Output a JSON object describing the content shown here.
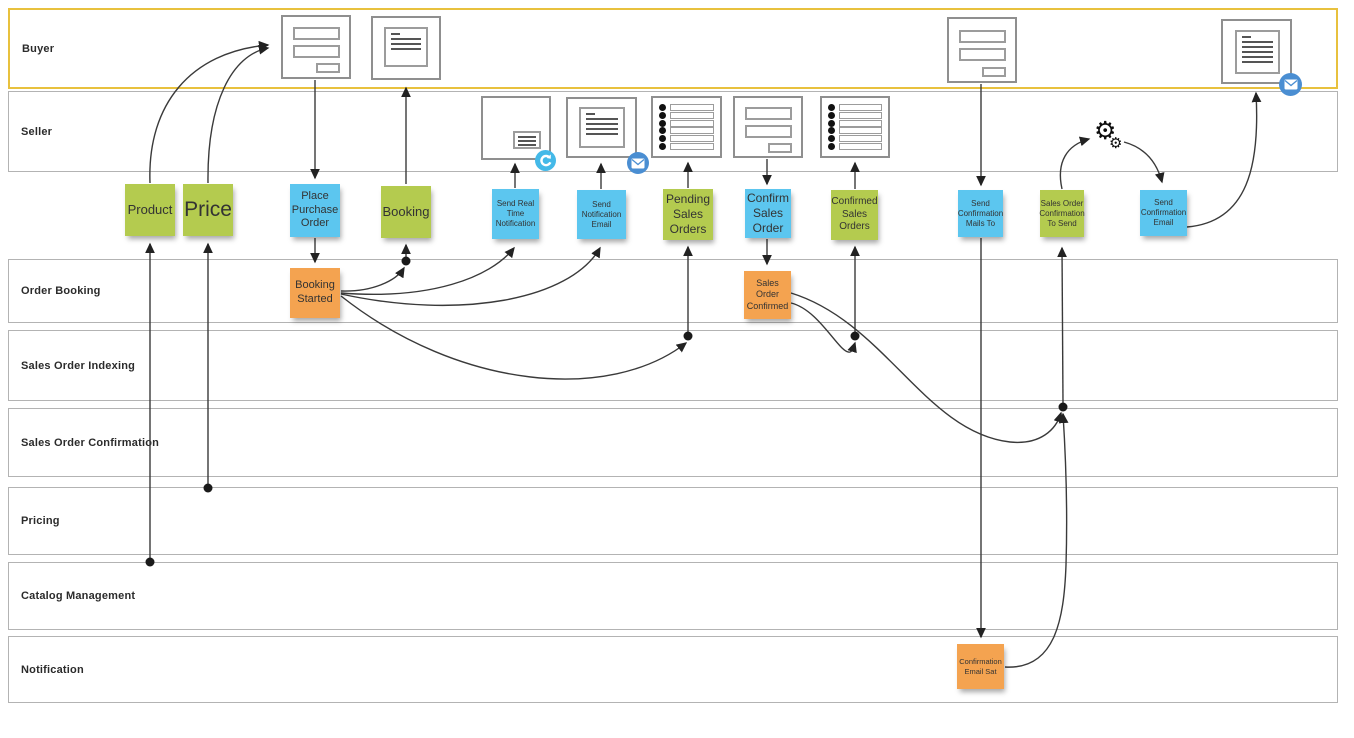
{
  "title": "Order booking event storming diagram",
  "palette": {
    "green": "#b4cb4f",
    "blue": "#5cc6ef",
    "orange": "#f4a350",
    "lane_border": "#b3b3b3",
    "buyer_border": "#e8c13e",
    "arrow": "#333333",
    "email_badge": "#4a8ed2",
    "refresh_badge": "#44b9e8",
    "gears_icon": "#0d0d0d"
  },
  "lanes": [
    {
      "label": "Buyer"
    },
    {
      "label": "Seller"
    },
    {
      "label": "Order Booking"
    },
    {
      "label": "Sales Order Indexing"
    },
    {
      "label": "Sales Order Confirmation"
    },
    {
      "label": "Pricing"
    },
    {
      "label": "Catalog Management"
    },
    {
      "label": "Notification"
    }
  ],
  "notes": [
    {
      "text": "Product",
      "color": "green"
    },
    {
      "text": "Price",
      "color": "green"
    },
    {
      "text": "Place\nPurchase\nOrder",
      "color": "blue"
    },
    {
      "text": "Booking",
      "color": "green"
    },
    {
      "text": "Send Real\nTime\nNotification",
      "color": "blue"
    },
    {
      "text": "Send\nNotification\nEmail",
      "color": "blue"
    },
    {
      "text": "Pending\nSales\nOrders",
      "color": "green"
    },
    {
      "text": "Confirm\nSales\nOrder",
      "color": "blue"
    },
    {
      "text": "Confirmed\nSales\nOrders",
      "color": "green"
    },
    {
      "text": "Send\nConfirmation\nMails To",
      "color": "blue"
    },
    {
      "text": "Sales Order\nConfirmation\nTo Send",
      "color": "green"
    },
    {
      "text": "Send\nConfirmation\nEmail",
      "color": "blue"
    },
    {
      "text": "Booking\nStarted",
      "color": "orange"
    },
    {
      "text": "Sales\nOrder\nConfirmed",
      "color": "orange"
    },
    {
      "text": "Confirmation\nEmail Sat",
      "color": "orange"
    }
  ],
  "icons": {
    "gears_glyph": "⚙",
    "gears_glyph_small": "⚙",
    "email_badge_name": "email-icon",
    "refresh_badge_name": "refresh-icon",
    "wireframe_types": [
      "form",
      "document",
      "document-small",
      "list"
    ]
  }
}
